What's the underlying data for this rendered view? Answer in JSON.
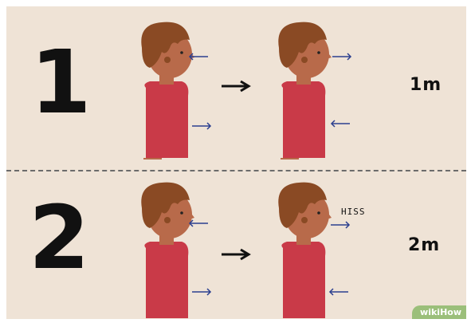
{
  "steps": [
    {
      "number": "1",
      "label": "1m",
      "sound": ""
    },
    {
      "number": "2",
      "label": "2m",
      "sound": "HISS"
    }
  ],
  "watermark": "wikiHow",
  "colors": {
    "background": "#efe3d6",
    "hair": "#8a4a24",
    "skin": "#b86a4a",
    "shirt": "#c93a48",
    "arrow": "#2b3f8f",
    "divider": "#6b6b6b"
  }
}
